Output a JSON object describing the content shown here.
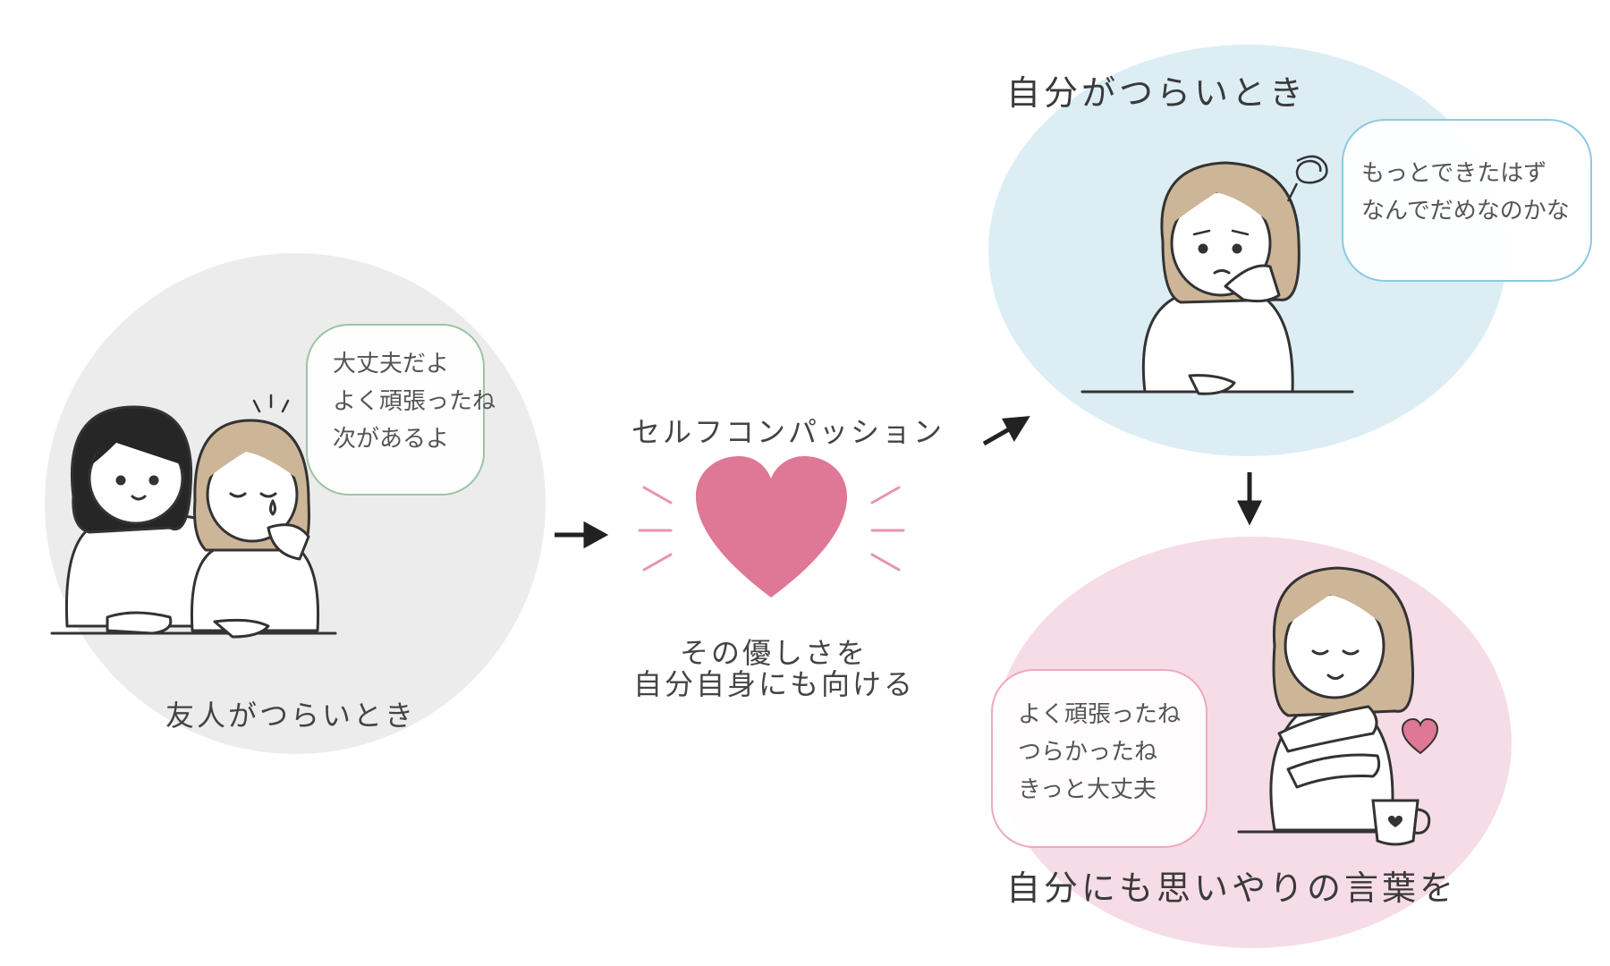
{
  "colors": {
    "gray_bg": "#ececec",
    "blue_bg": "#dcedf4",
    "pink_bg": "#f6dce6",
    "heart": "#de7896",
    "green_border": "#9cc4a5",
    "blue_border": "#8ccae0",
    "pink_border": "#eea9be",
    "hair": "#cdb597",
    "dark_hair": "#262626"
  },
  "left": {
    "label": "友人がつらいとき",
    "bubble": [
      "大丈夫だよ",
      "よく頑張ったね",
      "次があるよ"
    ]
  },
  "center": {
    "title": "セルフコンパッション",
    "caption_line1": "その優しさを",
    "caption_line2": "自分自身にも向ける"
  },
  "top_right": {
    "label": "自分がつらいとき",
    "bubble": [
      "もっとできたはず",
      "なんでだめなのかな"
    ]
  },
  "bottom_right": {
    "label": "自分にも思いやりの言葉を",
    "bubble": [
      "よく頑張ったね",
      "つらかったね",
      "きっと大丈夫"
    ]
  },
  "icons": [
    "arrow-right-icon",
    "arrow-up-right-icon",
    "arrow-down-icon",
    "heart-icon",
    "scribble-icon",
    "mug-icon",
    "small-heart-icon"
  ]
}
